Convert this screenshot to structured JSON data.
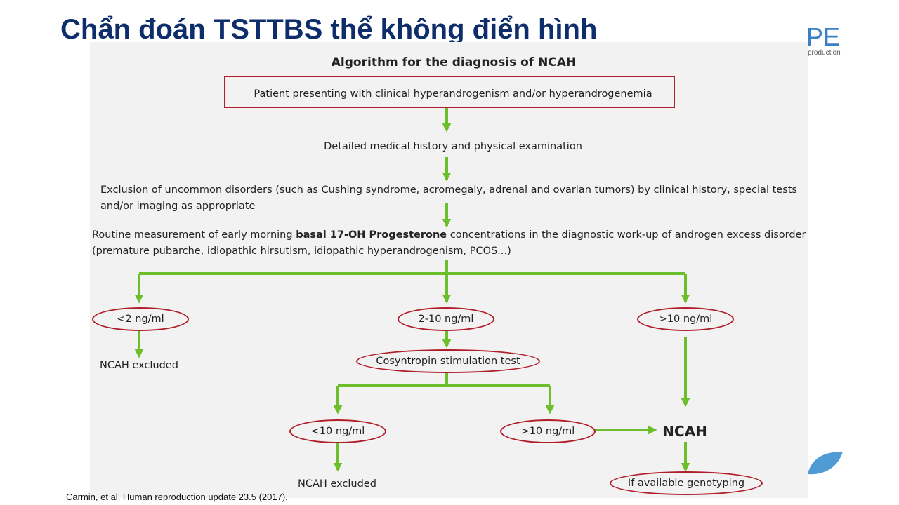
{
  "slide_title": "Chẩn đoán TSTTBS thể không điển hình",
  "logo": {
    "text": "PE",
    "subtext": "production"
  },
  "diagram": {
    "heading": "Algorithm for the diagnosis of NCAH",
    "presenting": "Patient  presenting with clinical hyperandrogenism and/or hyperandrogenemia",
    "history": "Detailed medical history and physical examination",
    "exclusion_line1": "Exclusion of uncommon disorders (such as Cushing syndrome, acromegaly, adrenal and ovarian tumors) by clinical history, special tests",
    "exclusion_line2": "and/or imaging as appropriate",
    "routine_pre": "Routine measurement of early morning ",
    "routine_bold": "basal 17-OH Progesterone",
    "routine_post": " concentrations in the diagnostic work-up of androgen excess disorder",
    "routine_line2": "(premature pubarche, idiopathic hirsutism, idiopathic hyperandrogenism, PCOS...)",
    "low": "<2 ng/ml",
    "mid": "2-10 ng/ml",
    "high": ">10 ng/ml",
    "ncah_excluded_1": "NCAH excluded",
    "stim_test": "Cosyntropin stimulation test",
    "stim_low": "<10 ng/ml",
    "stim_high": ">10 ng/ml",
    "ncah": "NCAH",
    "ncah_excluded_2": "NCAH excluded",
    "genotyping": "If available genotyping"
  },
  "citation": "Carmin, et al. Human reproduction update 23.5 (2017).",
  "colors": {
    "title": "#0d2d6b",
    "arrow_green": "#6cbf2a",
    "outline_red": "#b01e2a"
  }
}
